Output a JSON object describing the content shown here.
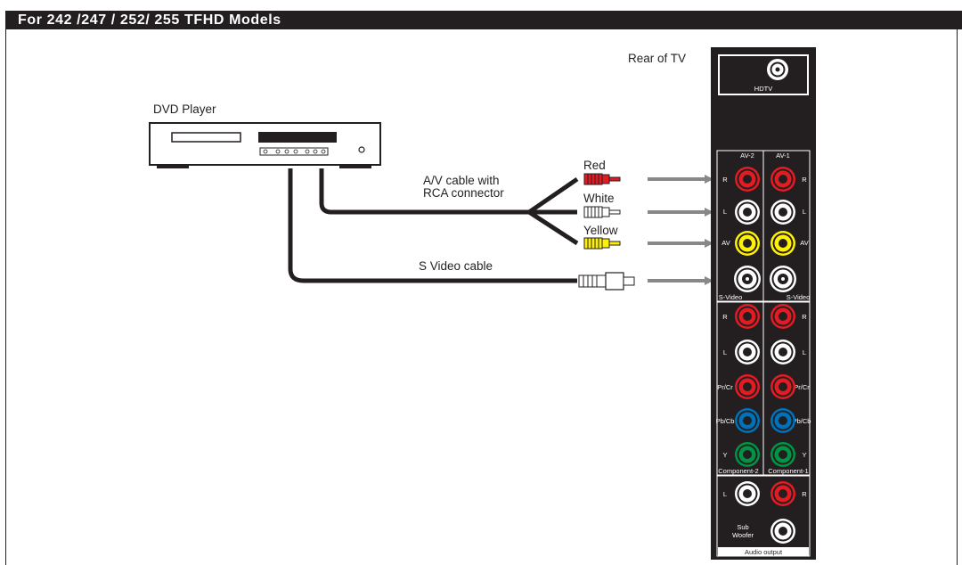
{
  "header": {
    "title": "For 242 /247 / 252/ 255 TFHD Models"
  },
  "labels": {
    "rear_of_tv": "Rear of TV",
    "dvd_player": "DVD Player",
    "av_cable_line1": "A/V cable with",
    "av_cable_line2": "RCA connector",
    "s_video_cable": "S Video cable",
    "red": "Red",
    "white": "White",
    "yellow": "Yellow"
  },
  "tv_panel": {
    "hdtv": "HDTV",
    "av2": "AV-2",
    "av1": "AV-1",
    "r": "R",
    "l": "L",
    "av": "AV",
    "s_video": "S-Video",
    "pr_cr": "Pr/Cr",
    "pb_cb": "Pb/Cb",
    "y": "Y",
    "component2": "Component-2",
    "component1": "Component-1",
    "sub": "Sub",
    "woofer": "Woofer",
    "audio_output": "Audio output"
  },
  "colors": {
    "red": "#e31b23",
    "white": "#ffffff",
    "yellow": "#fff200",
    "blue": "#0072bc",
    "green": "#009444",
    "panel": "#231f20",
    "arrow": "#888888"
  }
}
